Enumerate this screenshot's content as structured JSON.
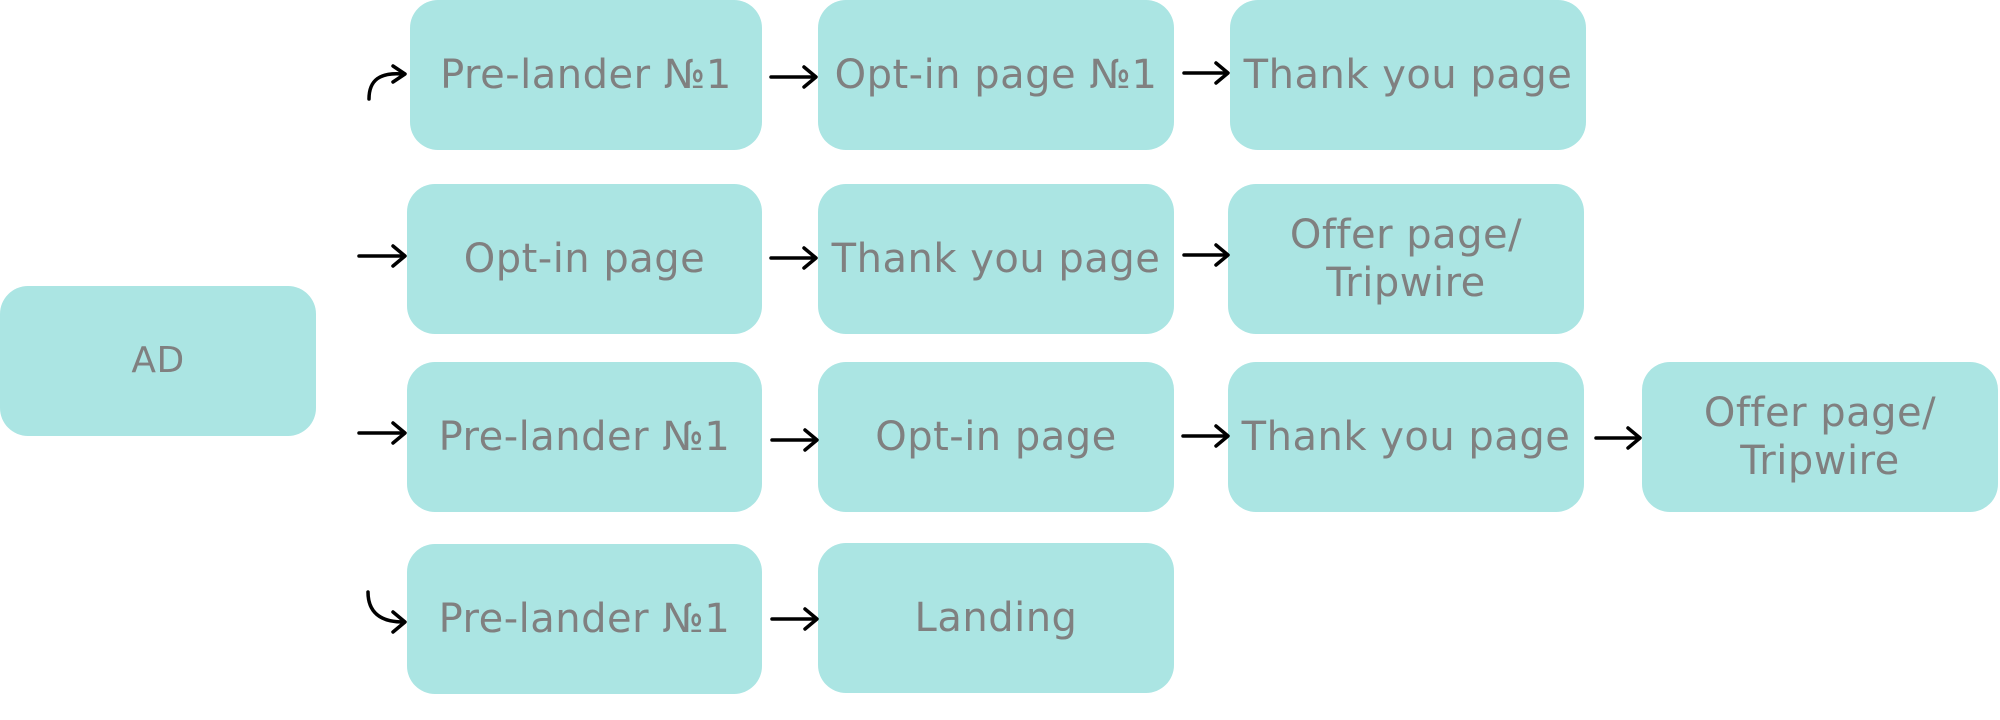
{
  "source_node": {
    "label": "AD"
  },
  "funnels": [
    {
      "steps": [
        {
          "label": "Pre-lander №1"
        },
        {
          "label": "Opt-in page №1"
        },
        {
          "label": "Thank you page"
        }
      ]
    },
    {
      "steps": [
        {
          "label": "Opt-in page"
        },
        {
          "label": "Thank you page"
        },
        {
          "label": "Offer page/\nTripwire"
        }
      ]
    },
    {
      "steps": [
        {
          "label": "Pre-lander №1"
        },
        {
          "label": "Opt-in page"
        },
        {
          "label": "Thank you page"
        },
        {
          "label": "Offer page/\n Tripwire"
        }
      ]
    },
    {
      "steps": [
        {
          "label": "Pre-lander №1"
        },
        {
          "label": "Landing"
        }
      ]
    }
  ],
  "colors": {
    "node_fill": "#abe5e3",
    "node_text": "#808080",
    "arrow": "#000000"
  }
}
